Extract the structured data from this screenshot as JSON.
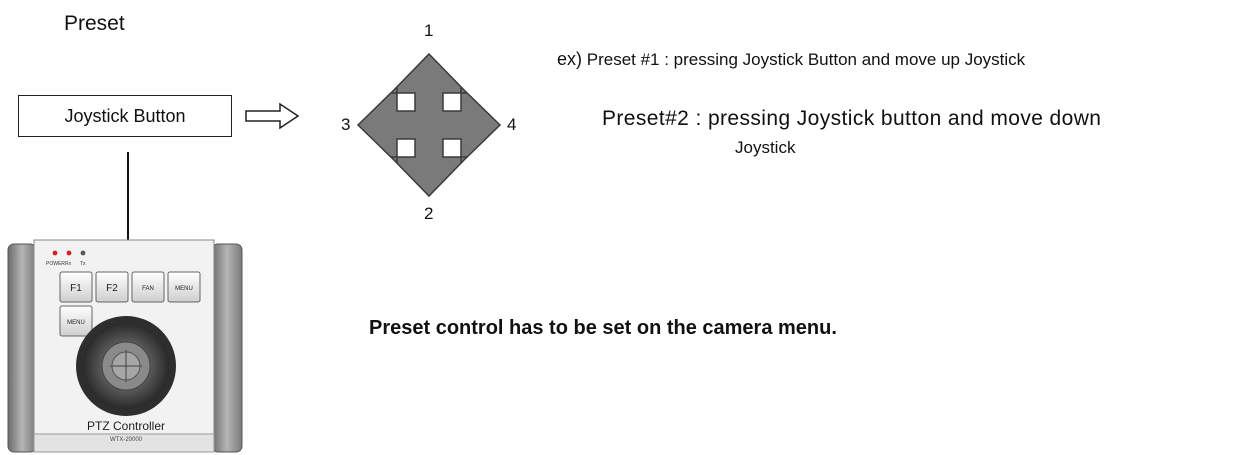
{
  "title": "Preset",
  "joystick_button_label": "Joystick Button",
  "direction_numbers": {
    "up": "1",
    "down": "2",
    "left": "3",
    "right": "4"
  },
  "example": {
    "prefix": "ex)",
    "line1": "Preset #1  :  pressing Joystick Button and move up Joystick",
    "line2": "Preset#2 : pressing Joystick button and move down",
    "line2_cont": "Joystick"
  },
  "note": "Preset control has to be set on the camera menu.",
  "controller": {
    "led_labels": [
      "POWER",
      "Rx",
      "Tx"
    ],
    "keys": [
      "F1",
      "F2",
      "FAN",
      "MENU",
      "MENU"
    ],
    "name": "PTZ Controller",
    "model": "WTX-20000"
  },
  "colors": {
    "cross_arrow": "#7a7a7a",
    "led": "#cc2222",
    "housing": "#9a9a9a"
  }
}
